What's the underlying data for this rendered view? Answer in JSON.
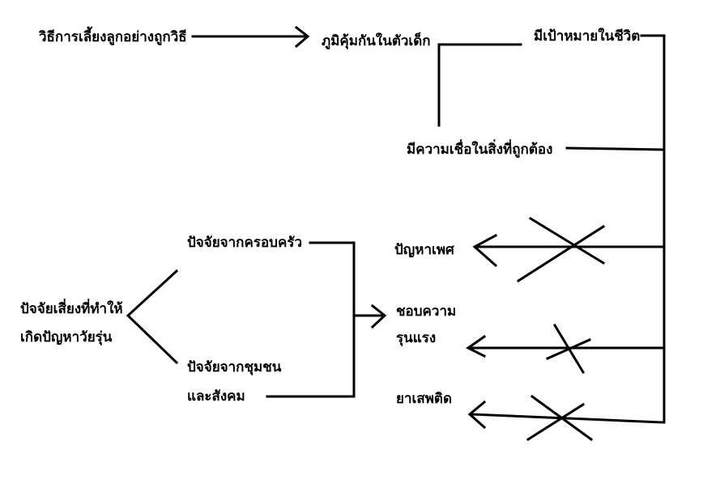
{
  "labels": {
    "proper_upbringing": "วิธีการเลี้ยงลูกอย่างถูกวิธี",
    "child_immunity": "ภูมิคุ้มกันในตัวเด็ก",
    "life_goal": "มีเป้าหมายในชีวิต",
    "right_beliefs": "มีความเชื่อในสิ่งที่ถูกต้อง",
    "risk_factor_line1": "ปัจจัยเสี่ยงที่ทำให้",
    "risk_factor_line2": "เกิดปัญหาวัยรุ่น",
    "family_factor": "ปัจจัยจากครอบครัว",
    "community_factor_line1": "ปัจจัยจากชุมชน",
    "community_factor_line2": "และสังคม",
    "sex_problem": "ปัญหาเพศ",
    "violence_line1": "ชอบความ",
    "violence_line2": "รุนแรง",
    "drugs": "ยาเสพติด"
  },
  "colors": {
    "ink": "#000000",
    "background": "#ffffff"
  }
}
